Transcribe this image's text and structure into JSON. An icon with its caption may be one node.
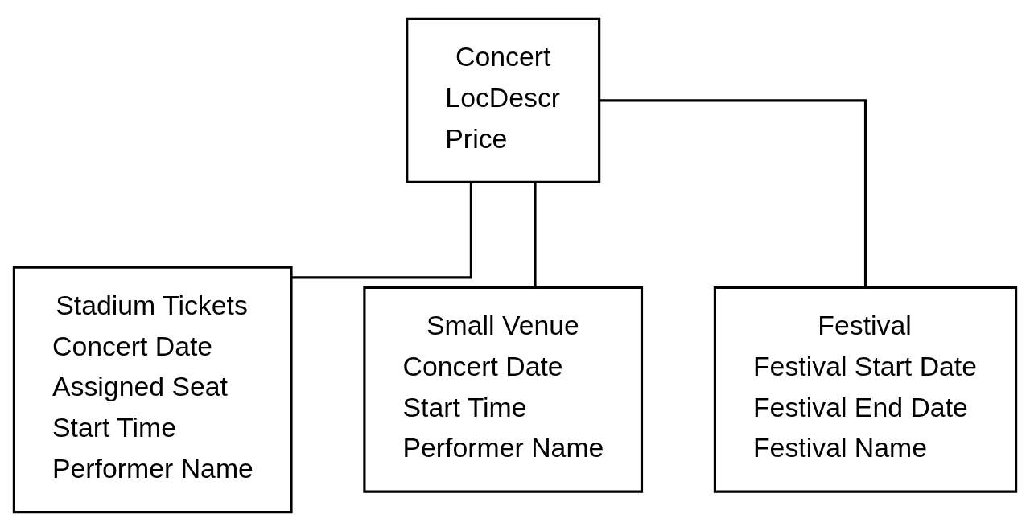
{
  "diagram": {
    "nodes": [
      {
        "text": [
          "Concert",
          "LocDescr",
          "Price"
        ]
      },
      {
        "text": [
          "Stadium Tickets",
          "Concert Date",
          "Assigned Seat",
          "Start Time",
          "Performer Name"
        ]
      },
      {
        "text": [
          "Small Venue",
          "Concert Date",
          "Start Time",
          "Performer Name"
        ]
      },
      {
        "text": [
          "Festival",
          "Festival Start Date",
          "Festival End Date",
          "Festival Name"
        ]
      }
    ],
    "edges": [
      {
        "from": 0,
        "to": 1,
        "arrow": "none"
      },
      {
        "from": 0,
        "to": 2,
        "arrow": "none"
      },
      {
        "from": 0,
        "to": 3,
        "arrow": "none"
      }
    ]
  }
}
